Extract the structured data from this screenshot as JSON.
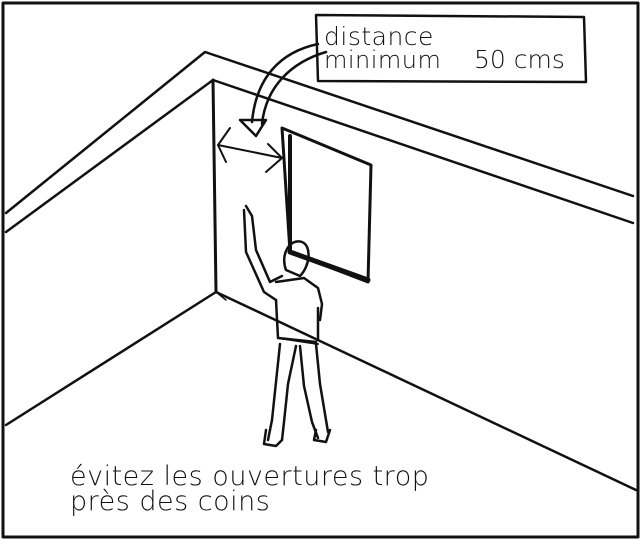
{
  "callout": {
    "line1": "distance",
    "line2": "minimum",
    "value": "50 cms"
  },
  "caption": {
    "line1": "évitez les ouvertures trop",
    "line2": "près des coins"
  }
}
